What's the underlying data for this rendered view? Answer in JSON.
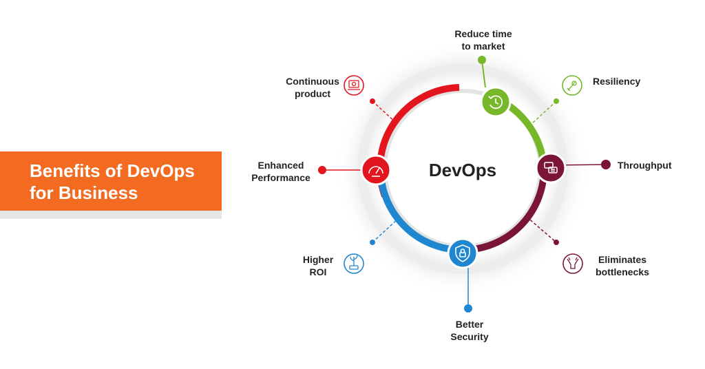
{
  "banner": {
    "line1": "Benefits of DevOps",
    "line2": "for Business",
    "color": "#f26b21"
  },
  "hub": {
    "label": "DevOps"
  },
  "colors": {
    "red": "#e3161f",
    "green": "#76b82a",
    "maroon": "#7b1439",
    "blue": "#1f86d0"
  },
  "benefits": [
    {
      "id": "reduce-time",
      "line1": "Reduce time",
      "line2": "to market",
      "color": "green",
      "icon": "clock-history-icon"
    },
    {
      "id": "resiliency",
      "line1": "Resiliency",
      "line2": "",
      "color": "green",
      "icon": "resilience-icon"
    },
    {
      "id": "throughput",
      "line1": "Throughput",
      "line2": "",
      "color": "maroon",
      "icon": "chat-messages-icon"
    },
    {
      "id": "eliminates-bottlenecks",
      "line1": "Eliminates",
      "line2": "bottlenecks",
      "color": "maroon",
      "icon": "funnel-icon"
    },
    {
      "id": "better-security",
      "line1": "Better",
      "line2": "Security",
      "color": "blue",
      "icon": "shield-lock-icon"
    },
    {
      "id": "higher-roi",
      "line1": "Higher",
      "line2": "ROI",
      "color": "blue",
      "icon": "money-plant-icon"
    },
    {
      "id": "enhanced-performance",
      "line1": "Enhanced",
      "line2": "Performance",
      "color": "red",
      "icon": "speedometer-icon"
    },
    {
      "id": "continuous-product",
      "line1": "Continuous",
      "line2": "product",
      "color": "red",
      "icon": "product-box-icon"
    }
  ]
}
